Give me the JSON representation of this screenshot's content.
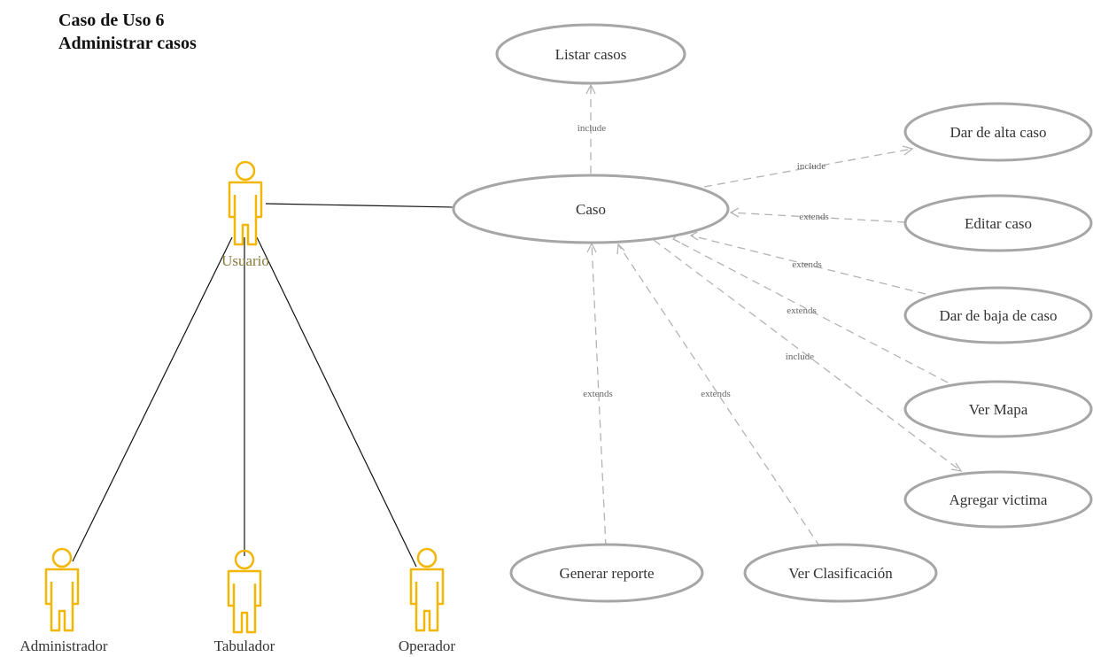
{
  "title": {
    "line1": "Caso de Uso 6",
    "line2": "Administrar casos"
  },
  "colors": {
    "actor": "#f2b705",
    "actor_label": "#8a7a3a",
    "ellipse_stroke": "#a6a6a6",
    "dashed": "#b3b3b3",
    "association": "#111111"
  },
  "actors": {
    "usuario": "Usuario",
    "administrador": "Administrador",
    "tabulador": "Tabulador",
    "operador": "Operador"
  },
  "use_cases": {
    "caso": "Caso",
    "listar": "Listar casos",
    "alta": "Dar de alta caso",
    "editar": "Editar caso",
    "baja": "Dar de baja de caso",
    "mapa": "Ver Mapa",
    "victima": "Agregar victima",
    "reporte": "Generar reporte",
    "clasificacion": "Ver Clasificación"
  },
  "relations": {
    "listar": "include",
    "alta": "include",
    "editar": "extends",
    "baja": "extends",
    "mapa": "extends",
    "victima": "include",
    "reporte": "extends",
    "clasificacion": "extends"
  }
}
